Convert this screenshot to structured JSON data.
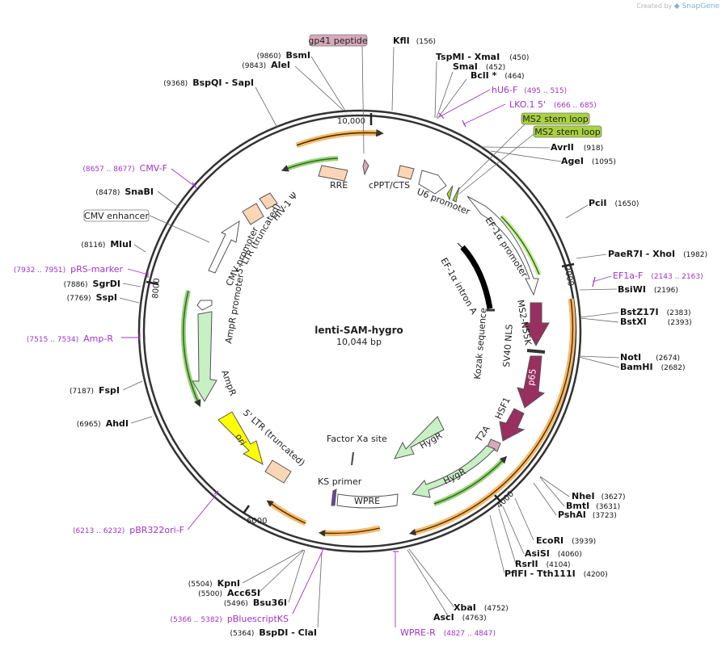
{
  "branding": {
    "created_by": "Created by",
    "app": "SnapGene"
  },
  "plasmid": {
    "name": "lenti-SAM-hygro",
    "length": "10,044 bp"
  },
  "ruler": [
    "10,000",
    "2000",
    "4000",
    "6000",
    "8000"
  ],
  "features": {
    "cppt_cts": "cPPT/CTS",
    "rre": "RRE",
    "u6_promoter": "U6 promoter",
    "ef1a_promoter": "EF-1α promoter",
    "ef1a_intron": "EF-1α intron A",
    "kozak": "Kozak sequence",
    "ms2_n55k": "MS2-N55K",
    "sv40_nls": "SV40 NLS",
    "p65": "p65",
    "hsf1": "HSF1",
    "t2a": "T2A",
    "hygr_inner": "HygR",
    "hygr_outer": "HygR",
    "factor_xa": "Factor Xa site",
    "ks_primer": "KS primer",
    "wpre": "WPRE",
    "ltr_5_bottom": "5' LTR (truncated)",
    "ori": "ori",
    "ampr": "AmpR",
    "ampr_promoter": "AmpR promoter",
    "cmv_promoter": "CMV promoter",
    "ltr_5_top": "5' LTR (truncated)",
    "hiv_psi": "HIV-1 Ψ"
  },
  "boxed_labels": {
    "gp41": "gp41 peptide",
    "ms2_a": "MS2 stem loop",
    "ms2_b": "MS2 stem loop",
    "cmv_enhancer": "CMV enhancer"
  },
  "sites": [
    {
      "id": "kfli",
      "name": "KflI",
      "pos": "(156)"
    },
    {
      "id": "tspmi",
      "name": "TspMI  - XmaI",
      "pos": "(450)"
    },
    {
      "id": "smai",
      "name": "SmaI",
      "pos": "(452)"
    },
    {
      "id": "bcli",
      "name": "BclI *",
      "pos": "(464)"
    },
    {
      "id": "avrii",
      "name": "AvrII",
      "pos": "(918)"
    },
    {
      "id": "agei",
      "name": "AgeI",
      "pos": "(1095)"
    },
    {
      "id": "pcii",
      "name": "PciI",
      "pos": "(1650)"
    },
    {
      "id": "paer7i",
      "name": "PaeR7I  - XhoI",
      "pos": "(1982)"
    },
    {
      "id": "bsiwi",
      "name": "BsiWI",
      "pos": "(2196)"
    },
    {
      "id": "bstz17i",
      "name": "BstZ17I",
      "pos": "(2383)"
    },
    {
      "id": "bstxi",
      "name": "BstXI",
      "pos": "(2393)"
    },
    {
      "id": "noti",
      "name": "NotI",
      "pos": "(2674)"
    },
    {
      "id": "bamhi",
      "name": "BamHI",
      "pos": "(2682)"
    },
    {
      "id": "nhei",
      "name": "NheI",
      "pos": "(3627)"
    },
    {
      "id": "bmti",
      "name": "BmtI",
      "pos": "(3631)"
    },
    {
      "id": "pshai",
      "name": "PshAI",
      "pos": "(3723)"
    },
    {
      "id": "ecori",
      "name": "EcoRI",
      "pos": "(3939)"
    },
    {
      "id": "asisi",
      "name": "AsiSI",
      "pos": "(4060)"
    },
    {
      "id": "rsrii",
      "name": "RsrII",
      "pos": "(4104)"
    },
    {
      "id": "pflfi",
      "name": "PflFI  - Tth111I",
      "pos": "(4200)"
    },
    {
      "id": "xbai",
      "name": "XbaI",
      "pos": "(4752)"
    },
    {
      "id": "asci",
      "name": "AscI",
      "pos": "(4763)"
    },
    {
      "id": "bspdi",
      "name": "BspDI  - ClaI",
      "pos": "(5364)"
    },
    {
      "id": "bsu36i",
      "name": "Bsu36I",
      "pos": "(5496)"
    },
    {
      "id": "acc65i",
      "name": "Acc65I",
      "pos": "(5500)"
    },
    {
      "id": "kpni",
      "name": "KpnI",
      "pos": "(5504)"
    },
    {
      "id": "ahdi",
      "name": "AhdI",
      "pos": "(6965)"
    },
    {
      "id": "fspi",
      "name": "FspI",
      "pos": "(7187)"
    },
    {
      "id": "sspi",
      "name": "SspI",
      "pos": "(7769)"
    },
    {
      "id": "sgrdi",
      "name": "SgrDI",
      "pos": "(7886)"
    },
    {
      "id": "mlui",
      "name": "MluI",
      "pos": "(8116)"
    },
    {
      "id": "snabi",
      "name": "SnaBI",
      "pos": "(8478)"
    },
    {
      "id": "bspqi",
      "name": "BspQI  - SapI",
      "pos": "(9368)"
    },
    {
      "id": "alei",
      "name": "AleI",
      "pos": "(9843)"
    },
    {
      "id": "bsmi",
      "name": "BsmI",
      "pos": "(9860)"
    }
  ],
  "primers": [
    {
      "id": "hu6f",
      "name": "hU6-F",
      "pos": "(495 .. 515)"
    },
    {
      "id": "lko15",
      "name": "LKO.1 5'",
      "pos": "(666 .. 685)"
    },
    {
      "id": "ef1af",
      "name": "EF1a-F",
      "pos": "(2143 .. 2163)"
    },
    {
      "id": "wprer",
      "name": "WPRE-R",
      "pos": "(4827 .. 4847)"
    },
    {
      "id": "pbluescriptks",
      "name": "pBluescriptKS",
      "pos": "(5366 .. 5382)"
    },
    {
      "id": "pbr322orif",
      "name": "pBR322ori-F",
      "pos": "(6213 .. 6232)"
    },
    {
      "id": "ampr",
      "name": "Amp-R",
      "pos": "(7515 .. 7534)"
    },
    {
      "id": "prsmarker",
      "name": "pRS-marker",
      "pos": "(7932 .. 7951)"
    },
    {
      "id": "cmvf",
      "name": "CMV-F",
      "pos": "(8657 .. 8677)"
    }
  ],
  "colors": {
    "backbone": "#333333",
    "primer": "#a233c9",
    "orf_dark": "#98305f",
    "orf_light": "#c7f0c5",
    "orange": "#f7b96a",
    "ori": "#ffff00",
    "peach": "#fbd6b6",
    "ms2": "#a9d23d",
    "gp41": "#d9a9bb"
  }
}
